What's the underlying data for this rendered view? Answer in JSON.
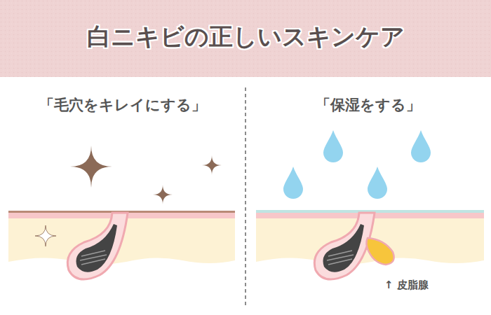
{
  "diagram": {
    "title": "白ニキビの正しいスキンケア",
    "labels": [
      "「毛穴をキレイにする」",
      "「保湿をする」",
      "↑ 皮脂腺"
    ]
  }
}
